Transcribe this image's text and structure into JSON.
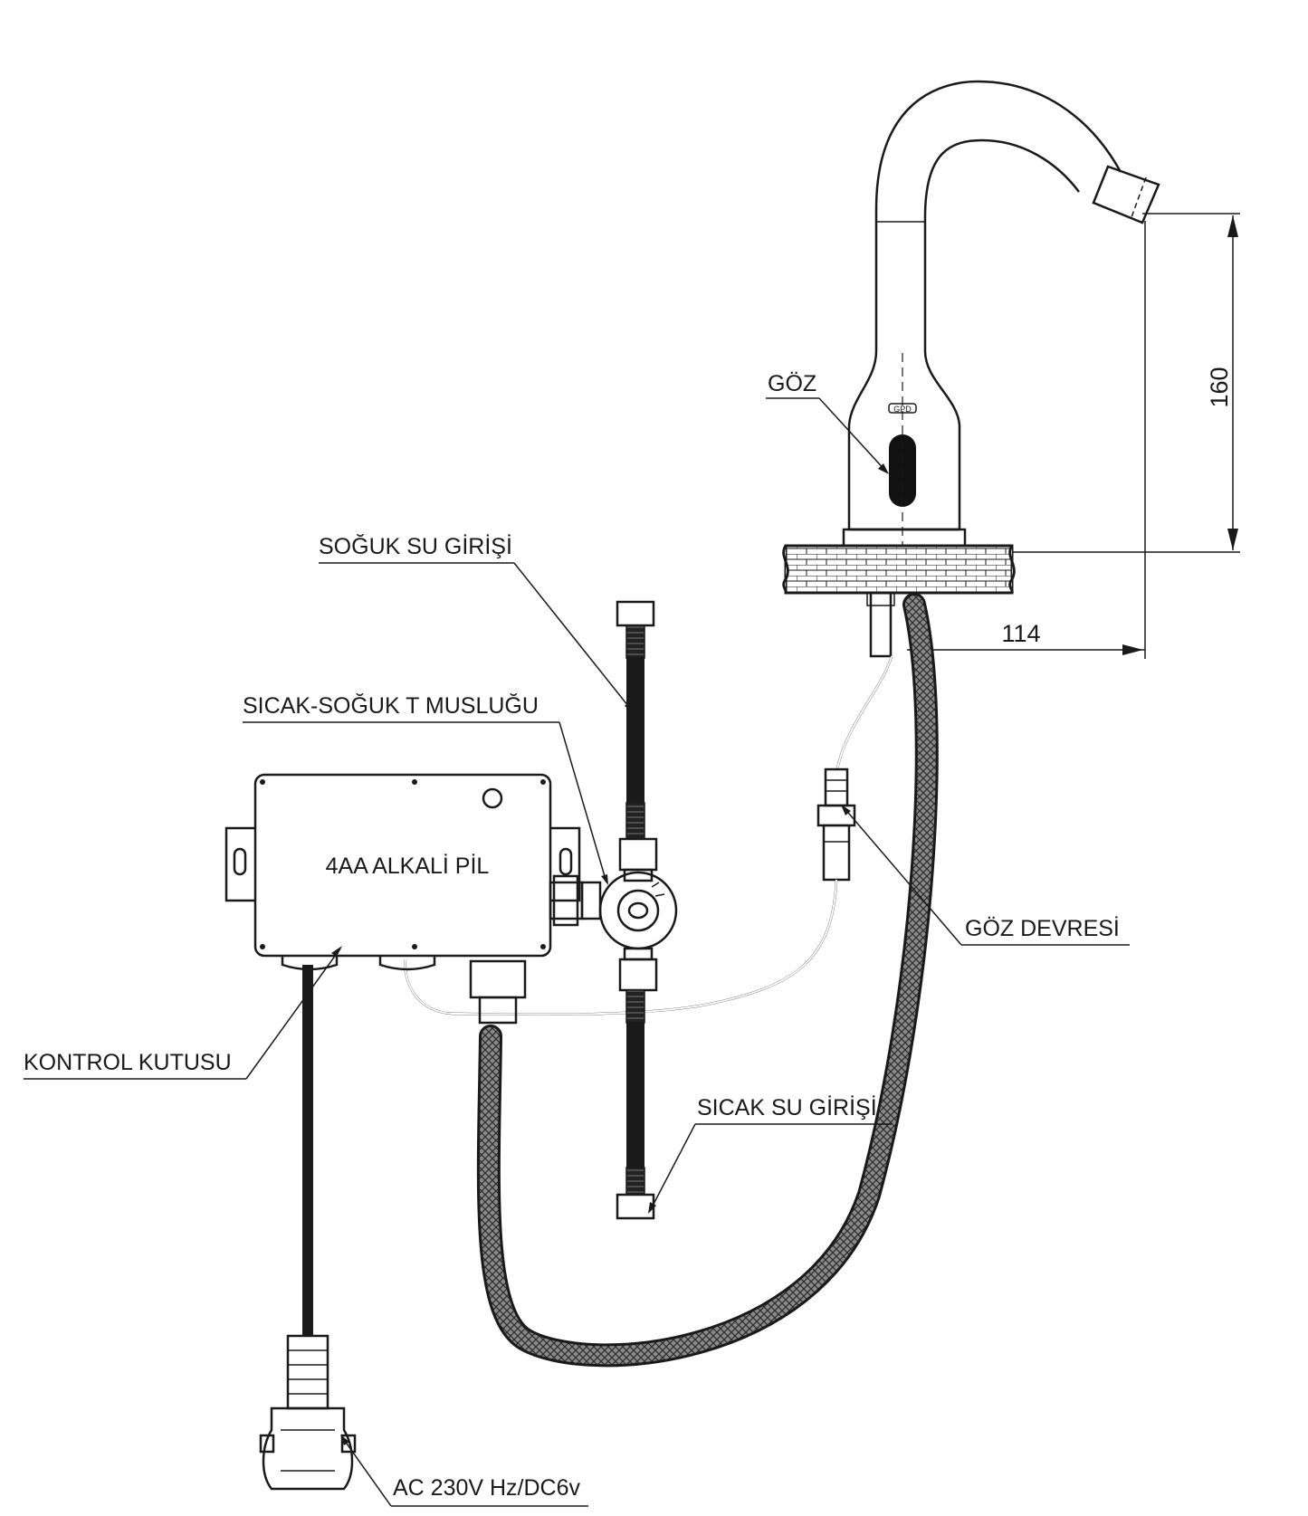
{
  "labels": {
    "goz": "GÖZ",
    "soguk_su_girisi": "SOĞUK SU GİRİŞİ",
    "sicak_soguk_t_muslugu": "SICAK-SOĞUK T MUSLUĞU",
    "alkali_pil": "4AA ALKALİ PİL",
    "goz_devresi": "GÖZ DEVRESİ",
    "kontrol_kutusu": "KONTROL KUTUSU",
    "sicak_su_girisi": "SICAK SU GİRİŞİ",
    "power": "AC 230V Hz/DC6v"
  },
  "dimensions": {
    "height": "160",
    "reach": "114"
  },
  "colors": {
    "line": "#1a1a1a",
    "hose_fill": "#6e6e6e",
    "background": "#ffffff"
  }
}
